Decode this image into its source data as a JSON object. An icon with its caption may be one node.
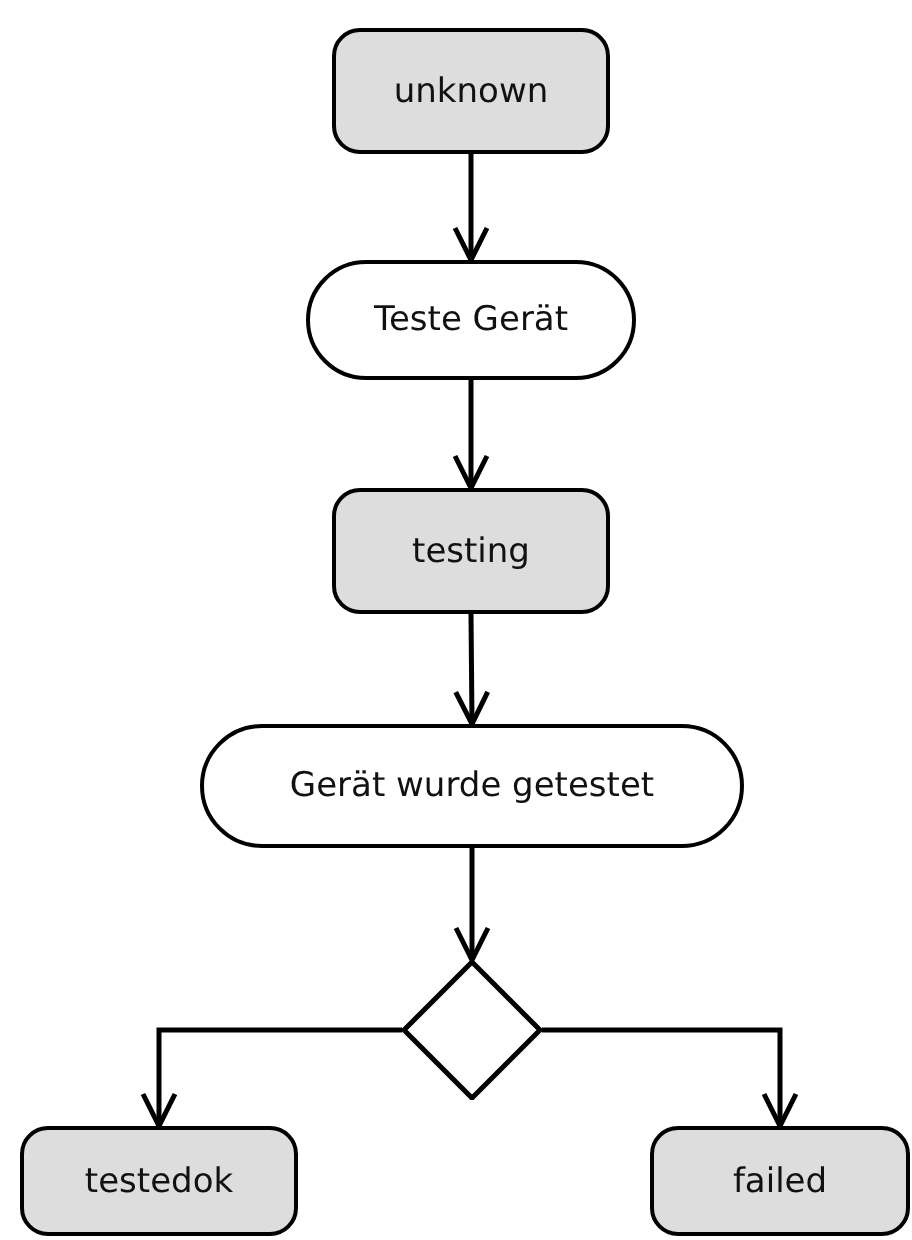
{
  "diagram": {
    "nodes": [
      {
        "text": [
          "unknown"
        ]
      },
      {
        "text": [
          "Teste Gerät"
        ]
      },
      {
        "text": [
          "testing"
        ]
      },
      {
        "text": [
          "Gerät wurde getestet"
        ]
      },
      {
        "text": [],
        "shape": "diamond"
      },
      {
        "text": [
          "testedok"
        ]
      },
      {
        "text": [
          "failed"
        ]
      }
    ],
    "edges": [
      {
        "from": 0,
        "to": 1,
        "arrow": "to"
      },
      {
        "from": 1,
        "to": 2,
        "arrow": "to"
      },
      {
        "from": 2,
        "to": 3,
        "arrow": "to"
      },
      {
        "from": 3,
        "to": 4,
        "arrow": "to"
      },
      {
        "from": 4,
        "to": 5,
        "arrow": "to"
      },
      {
        "from": 4,
        "to": 6,
        "arrow": "to"
      }
    ]
  }
}
